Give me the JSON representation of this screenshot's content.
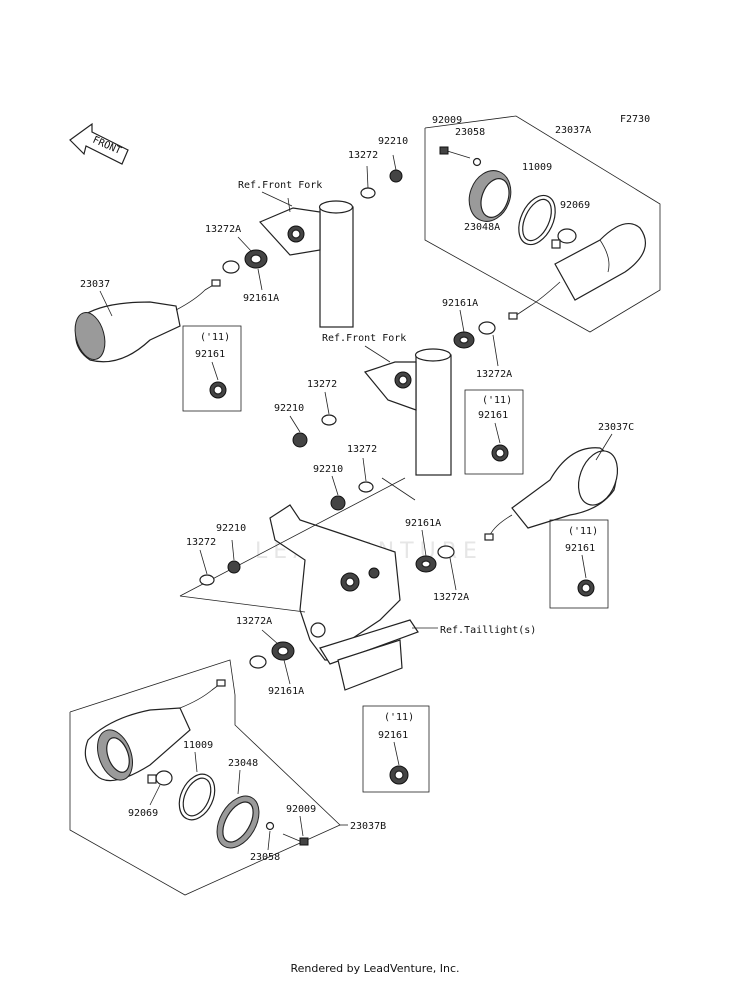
{
  "diagram_code": "F2730",
  "front_arrow": "FRONT",
  "watermark": "LEADVENTURE",
  "footer": "Rendered by LeadVenture, Inc.",
  "refs": {
    "front_fork_1": "Ref.Front Fork",
    "front_fork_2": "Ref.Front Fork",
    "taillight": "Ref.Taillight(s)"
  },
  "labels": {
    "p92009_top": "92009",
    "p23058_top": "23058",
    "p23037A": "23037A",
    "p11009_top": "11009",
    "p92069_top": "92069",
    "p23048A": "23048A",
    "p92210_a": "92210",
    "p13272_a": "13272",
    "p13272A_a": "13272A",
    "p92161A_a": "92161A",
    "p23037": "23037",
    "box1_year": "('11)",
    "box1_part": "92161",
    "p92161A_b": "92161A",
    "p13272A_b": "13272A",
    "p13272_b": "13272",
    "p92210_b": "92210",
    "box2_year": "('11)",
    "box2_part": "92161",
    "p13272_c": "13272",
    "p92210_c": "92210",
    "p23037C": "23037C",
    "p92210_d": "92210",
    "p13272_d": "13272",
    "p92161A_c": "92161A",
    "p13272A_c": "13272A",
    "box3_year": "('11)",
    "box3_part": "92161",
    "p13272A_d": "13272A",
    "p92161A_d": "92161A",
    "box4_year": "('11)",
    "box4_part": "92161",
    "p11009_bot": "11009",
    "p23048": "23048",
    "p92009_bot": "92009",
    "p23037B": "23037B",
    "p92069_bot": "92069",
    "p23058_bot": "23058"
  }
}
